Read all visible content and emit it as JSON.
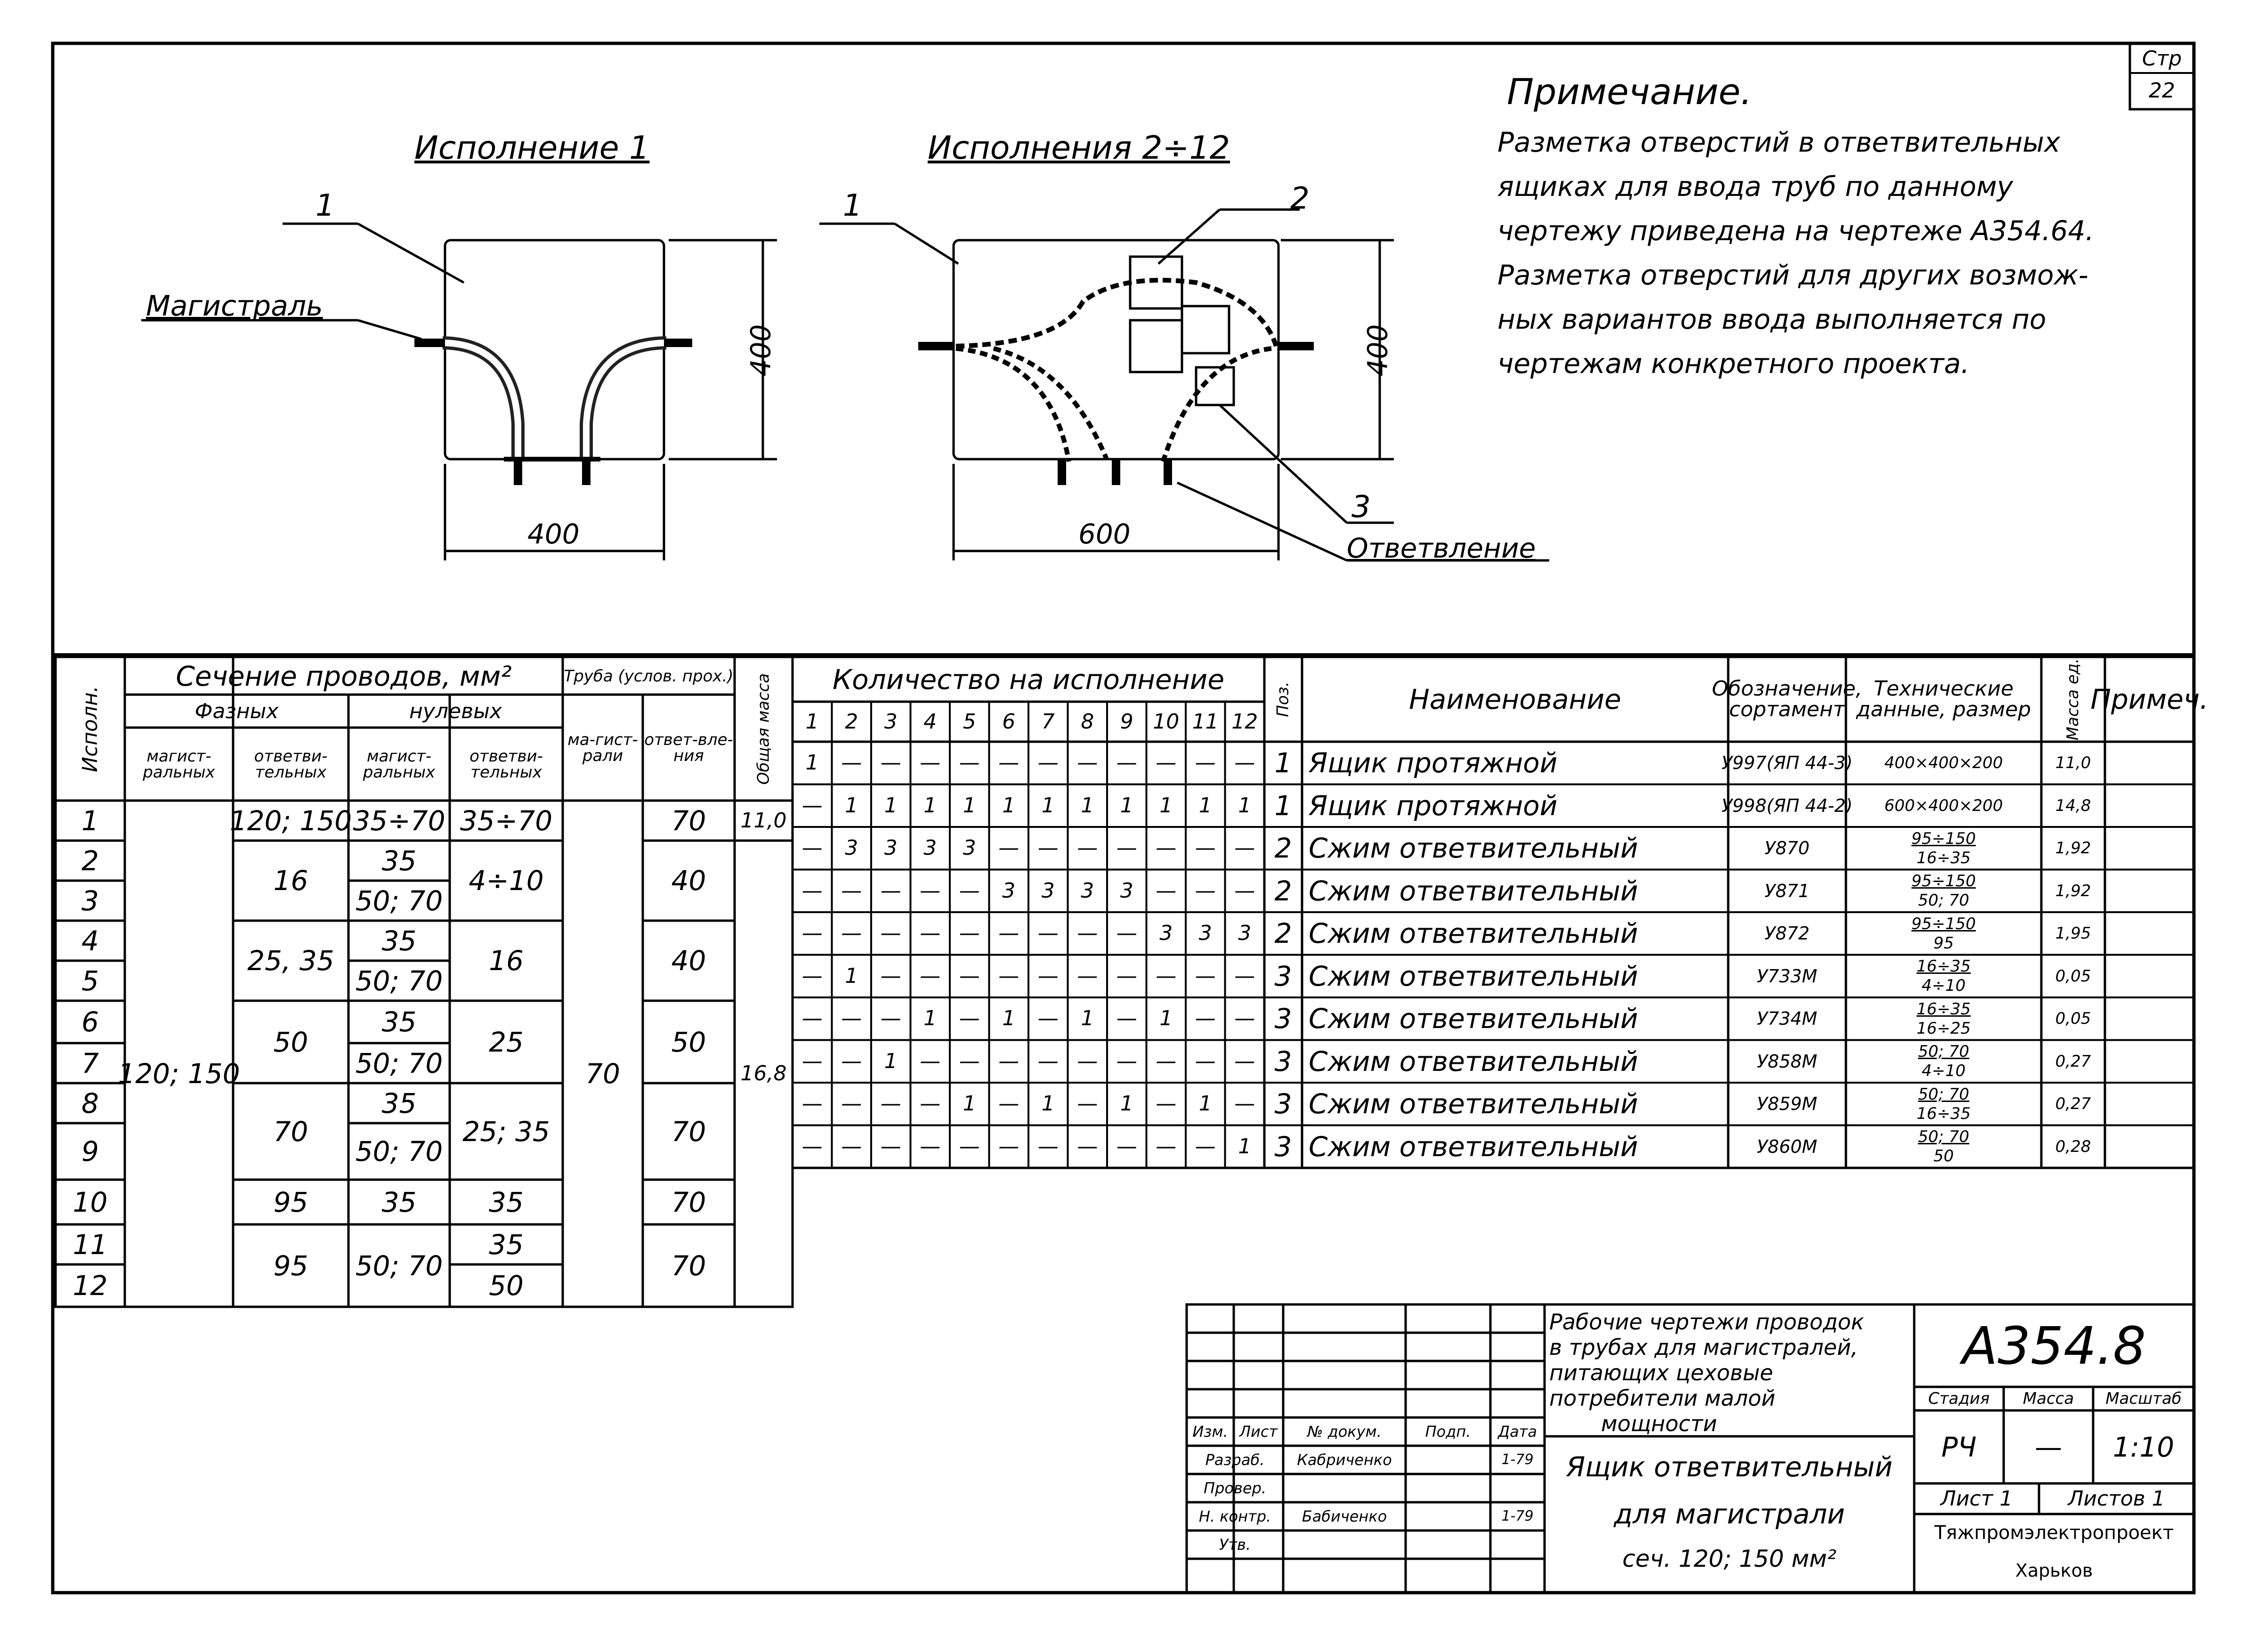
{
  "page_number": {
    "label": "Стр",
    "value": "22"
  },
  "note": {
    "title": "Примечание.",
    "lines": [
      "Разметка отверстий в ответвительных",
      "ящиках для ввода труб по данному",
      "чертежу приведена на чертеже А354.64.",
      "Разметка отверстий для других возмож-",
      "ных вариантов ввода выполняется по",
      "чертежам конкретного проекта."
    ]
  },
  "drawings": {
    "variant1": {
      "title": "Исполнение 1",
      "callout1": "1",
      "mainline": "Магистраль",
      "width": "400",
      "height": "400"
    },
    "variant2": {
      "title": "Исполнения 2÷12",
      "callout1": "1",
      "callout2": "2",
      "callout3": "3",
      "branch": "Ответвление",
      "width": "600",
      "height": "400"
    }
  },
  "left_table": {
    "h_variant": "Исполн.",
    "h_section": "Сечение проводов, мм²",
    "h_phase": "Фазных",
    "h_zero": "нулевых",
    "h_pipe": "Труба (услов. прох.)",
    "h_mass": "Общая масса",
    "h_phase_main": "магист-ральных",
    "h_phase_branch": "ответви-тельных",
    "h_zero_main": "магист-ральных",
    "h_zero_branch": "ответви-тельных",
    "h_pipe_main": "ма-гист-рали",
    "h_pipe_branch": "ответ-вле-ния",
    "rows": [
      "1",
      "2",
      "3",
      "4",
      "5",
      "6",
      "7",
      "8",
      "9",
      "10",
      "11",
      "12"
    ],
    "phase_main_merged": "120; 150",
    "pipe_main_merged": "70",
    "mass_merged": "16,8",
    "r1": {
      "phase_branch": "120; 150",
      "zero_main": "35÷70",
      "zero_branch": "35÷70",
      "pipe_branch": "70",
      "mass": "11,0"
    },
    "g23": {
      "phase_branch": "16",
      "zero_main_a": "35",
      "zero_main_b": "50; 70",
      "zero_branch": "4÷10",
      "pipe_branch": "40"
    },
    "g45": {
      "phase_branch": "25, 35",
      "zero_main_a": "35",
      "zero_main_b": "50; 70",
      "zero_branch": "16",
      "pipe_branch": "40"
    },
    "g67": {
      "phase_branch": "50",
      "zero_main_a": "35",
      "zero_main_b": "50; 70",
      "zero_branch": "25",
      "pipe_branch": "50"
    },
    "g89": {
      "phase_branch": "70",
      "zero_main_a": "35",
      "zero_main_b": "50; 70",
      "zero_branch": "25; 35",
      "pipe_branch": "70"
    },
    "r10": {
      "phase_branch": "95",
      "zero_main": "35",
      "zero_branch": "35",
      "pipe_branch": "70"
    },
    "g1112": {
      "phase_branch": "95",
      "zero_main": "50; 70",
      "zero_branch_a": "35",
      "zero_branch_b": "50",
      "pipe_branch": "70"
    }
  },
  "right_table": {
    "h_qty": "Количество на исполнение",
    "h_pos": "Поз.",
    "h_name": "Наименование",
    "h_code": "Обозначение, сортамент",
    "h_tech": "Технические данные, размер",
    "h_unit_mass": "Масса ед.",
    "h_note": "Примеч.",
    "cols": [
      "1",
      "2",
      "3",
      "4",
      "5",
      "6",
      "7",
      "8",
      "9",
      "10",
      "11",
      "12"
    ],
    "rows": [
      {
        "q": [
          "1",
          "—",
          "—",
          "—",
          "—",
          "—",
          "—",
          "—",
          "—",
          "—",
          "—",
          "—"
        ],
        "pos": "1",
        "name": "Ящик протяжной",
        "code": "У997(ЯП 44-3)",
        "tech": "400×400×200",
        "mass": "11,0"
      },
      {
        "q": [
          "—",
          "1",
          "1",
          "1",
          "1",
          "1",
          "1",
          "1",
          "1",
          "1",
          "1",
          "1"
        ],
        "pos": "1",
        "name": "Ящик протяжной",
        "code": "У998(ЯП 44-2)",
        "tech": "600×400×200",
        "mass": "14,8"
      },
      {
        "q": [
          "—",
          "3",
          "3",
          "3",
          "3",
          "—",
          "—",
          "—",
          "—",
          "—",
          "—",
          "—"
        ],
        "pos": "2",
        "name": "Сжим ответвительный",
        "code": "У870",
        "tech": "95÷150 / 16÷35",
        "mass": "1,92"
      },
      {
        "q": [
          "—",
          "—",
          "—",
          "—",
          "—",
          "3",
          "3",
          "3",
          "3",
          "—",
          "—",
          "—"
        ],
        "pos": "2",
        "name": "Сжим ответвительный",
        "code": "У871",
        "tech": "95÷150 / 50; 70",
        "mass": "1,92"
      },
      {
        "q": [
          "—",
          "—",
          "—",
          "—",
          "—",
          "—",
          "—",
          "—",
          "—",
          "3",
          "3",
          "3"
        ],
        "pos": "2",
        "name": "Сжим ответвительный",
        "code": "У872",
        "tech": "95÷150 / 95",
        "mass": "1,95"
      },
      {
        "q": [
          "—",
          "1",
          "—",
          "—",
          "—",
          "—",
          "—",
          "—",
          "—",
          "—",
          "—",
          "—"
        ],
        "pos": "3",
        "name": "Сжим ответвительный",
        "code": "У733М",
        "tech": "16÷35 / 4÷10",
        "mass": "0,05"
      },
      {
        "q": [
          "—",
          "—",
          "—",
          "1",
          "—",
          "1",
          "—",
          "1",
          "—",
          "1",
          "—",
          "—"
        ],
        "pos": "3",
        "name": "Сжим ответвительный",
        "code": "У734М",
        "tech": "16÷35 / 16÷25",
        "mass": "0,05"
      },
      {
        "q": [
          "—",
          "—",
          "1",
          "—",
          "—",
          "—",
          "—",
          "—",
          "—",
          "—",
          "—",
          "—"
        ],
        "pos": "3",
        "name": "Сжим ответвительный",
        "code": "У858М",
        "tech": "50; 70 / 4÷10",
        "mass": "0,27"
      },
      {
        "q": [
          "—",
          "—",
          "—",
          "—",
          "1",
          "—",
          "1",
          "—",
          "1",
          "—",
          "1",
          "—"
        ],
        "pos": "3",
        "name": "Сжим ответвительный",
        "code": "У859М",
        "tech": "50; 70 / 16÷35",
        "mass": "0,27"
      },
      {
        "q": [
          "—",
          "—",
          "—",
          "—",
          "—",
          "—",
          "—",
          "—",
          "—",
          "—",
          "—",
          "1"
        ],
        "pos": "3",
        "name": "Сжим ответвительный",
        "code": "У860М",
        "tech": "50; 70 / 50",
        "mass": "0,28"
      }
    ]
  },
  "title_block": {
    "doc_code": "А354.8",
    "project_title": [
      "Рабочие чертежи проводок",
      "в трубах для магистралей,",
      "питающих цеховые",
      "потребители малой",
      "мощности"
    ],
    "item_title": [
      "Ящик ответвительный",
      "для магистрали",
      "сеч. 120; 150 мм²"
    ],
    "stage_label": "Стадия",
    "mass_label": "Масса",
    "scale_label": "Масштаб",
    "stage": "РЧ",
    "mass": "—",
    "scale": "1:10",
    "sheet": "Лист 1",
    "sheets": "Листов 1",
    "org": "Тяжпромэлектропроект",
    "city": "Харьков",
    "sig_header": [
      "Изм.",
      "Лист",
      "№ докум.",
      "Подп.",
      "Дата"
    ],
    "sig_rows": [
      {
        "role": "Разраб.",
        "name": "Кабриченко",
        "date": "1-79"
      },
      {
        "role": "Провер.",
        "name": "",
        "date": ""
      },
      {
        "role": "Н. контр.",
        "name": "Бабиченко",
        "date": "1-79"
      },
      {
        "role": "Утв.",
        "name": "",
        "date": ""
      }
    ]
  }
}
